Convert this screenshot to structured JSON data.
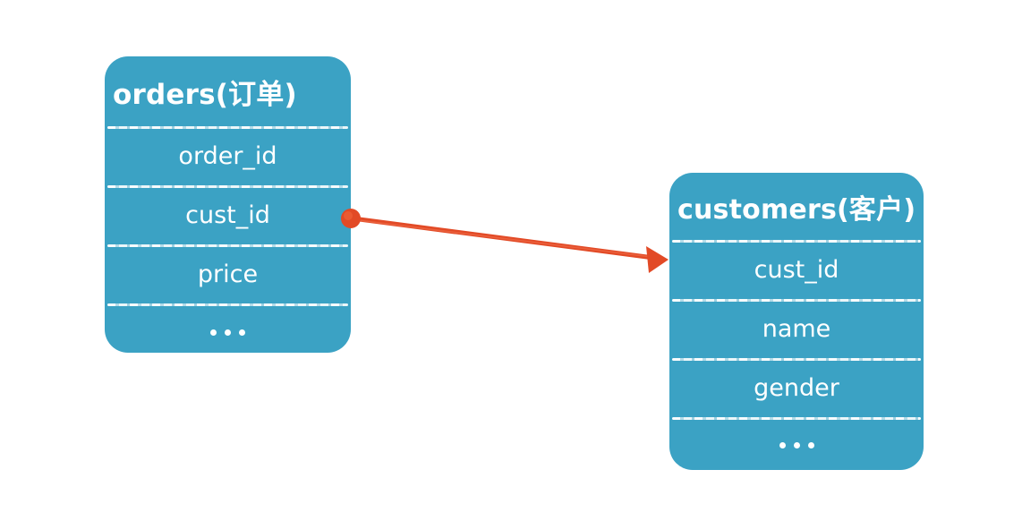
{
  "diagram": {
    "title_hidden": "",
    "background_color": "#ffffff",
    "entity_color": "#3ba2c4",
    "relation_color": "#e24a26",
    "text_color": "#ffffff"
  },
  "entities": [
    {
      "id": "orders",
      "title": "orders(订单)",
      "fields": [
        {
          "label": "order_id"
        },
        {
          "label": "cust_id"
        },
        {
          "label": "price"
        },
        {
          "label": "..."
        }
      ]
    },
    {
      "id": "customers",
      "title": "customers(客户)",
      "fields": [
        {
          "label": "cust_id"
        },
        {
          "label": "name"
        },
        {
          "label": "gender"
        },
        {
          "label": "..."
        }
      ]
    }
  ],
  "relationship": {
    "from_entity": "orders",
    "from_field": "cust_id",
    "to_entity": "customers",
    "to_field": "cust_id",
    "source_marker": "dot",
    "target_marker": "arrowhead",
    "color": "#e24a26"
  }
}
